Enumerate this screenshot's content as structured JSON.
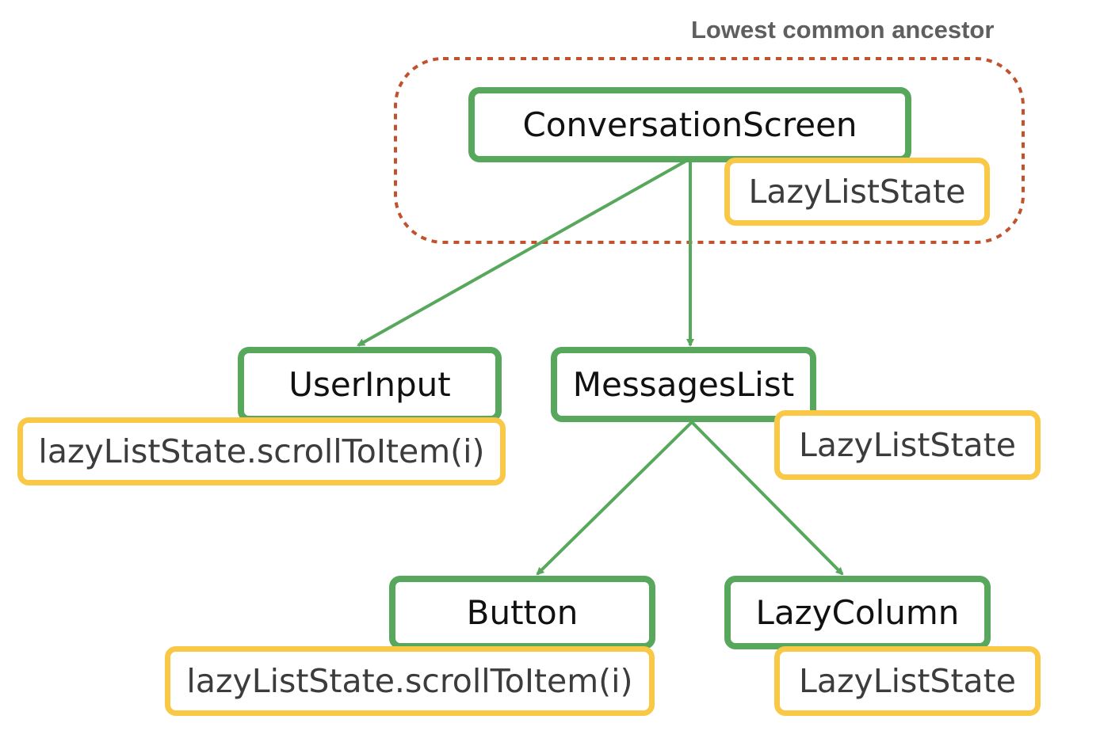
{
  "lca": {
    "title": "Lowest common ancestor"
  },
  "nodes": {
    "conversation_screen": "ConversationScreen",
    "user_input": "UserInput",
    "messages_list": "MessagesList",
    "button": "Button",
    "lazy_column": "LazyColumn"
  },
  "states": {
    "conversation_screen": "LazyListState",
    "user_input": "lazyListState.scrollToItem(i)",
    "messages_list": "LazyListState",
    "button": "lazyListState.scrollToItem(i)",
    "lazy_column": "LazyListState"
  },
  "colors": {
    "node_border": "#57a85d",
    "state_border": "#f9c846",
    "edge": "#57a85d",
    "lca_border": "#c2522d",
    "lca_title": "#5f5f5f"
  }
}
